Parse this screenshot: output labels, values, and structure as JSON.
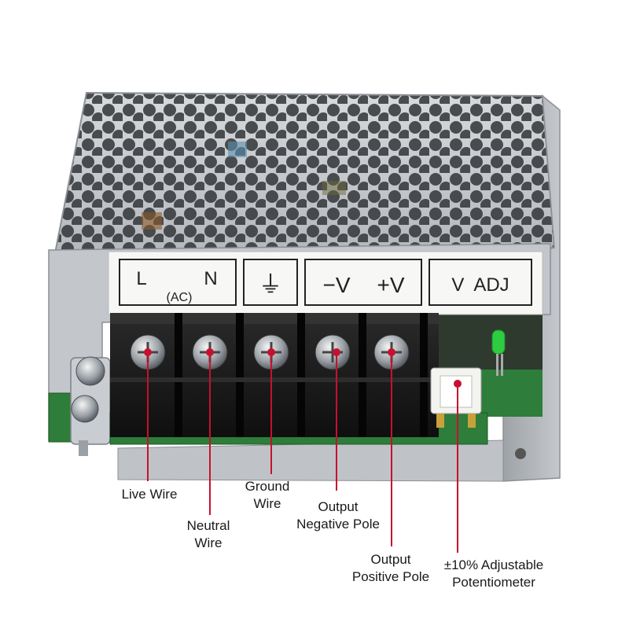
{
  "terminal_labels": {
    "ac_l": "L",
    "ac_n": "N",
    "ac_note": "(AC)",
    "ground": "⏚",
    "neg_v": "−V",
    "pos_v": "+V",
    "v_adj": "V  ADJ"
  },
  "callouts": [
    {
      "id": "live",
      "lines": [
        "Live Wire"
      ]
    },
    {
      "id": "neutral",
      "lines": [
        "Neutral",
        "Wire"
      ]
    },
    {
      "id": "ground",
      "lines": [
        "Ground",
        "Wire"
      ]
    },
    {
      "id": "negative",
      "lines": [
        "Output",
        "Negative Pole"
      ]
    },
    {
      "id": "positive",
      "lines": [
        "Output",
        "Positive Pole"
      ]
    },
    {
      "id": "pot",
      "lines": [
        "±10% Adjustable",
        "Potentiometer"
      ]
    }
  ],
  "colors": {
    "callout_line": "#c8102e",
    "dot": "#c8102e",
    "label_text": "#1a1a1a",
    "terminal_block": "#1c1c1c",
    "metal_case": "#c9ccd0",
    "pcb_green": "#2e7d3a",
    "led_green": "#2ecc40"
  }
}
